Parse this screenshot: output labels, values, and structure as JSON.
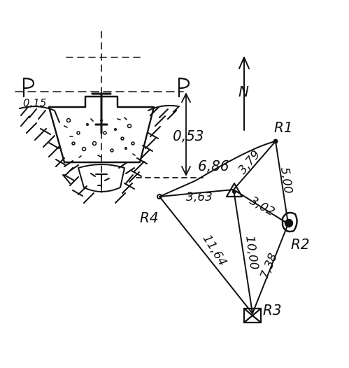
{
  "cross_section": {
    "level_marker": "P",
    "cover_depth": "0,15",
    "depth": "0,53"
  },
  "north_label": "N",
  "stations": [
    {
      "id": "R1",
      "label": "R1"
    },
    {
      "id": "R2",
      "label": "R2"
    },
    {
      "id": "R3",
      "label": "R3"
    },
    {
      "id": "R4",
      "label": "R4"
    }
  ],
  "distances": {
    "R4_to_R1": "6,86",
    "center_to_R1": "3,79",
    "R1_to_R2": "5,00",
    "R4_to_center": "3,63",
    "center_to_R2": "3,02",
    "center_to_R3": "10,00",
    "R4_to_R3": "11,64",
    "R2_to_R3": "7,38"
  },
  "colors": {
    "ink": "#111111",
    "paper": "#ffffff"
  }
}
